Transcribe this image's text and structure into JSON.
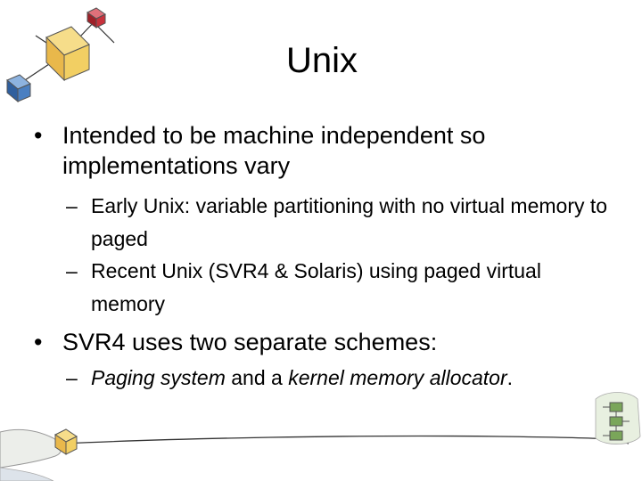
{
  "slide": {
    "title": "Unix",
    "bullets": [
      {
        "marker": "•",
        "text": "Intended to be machine independent so implementations vary",
        "sub": [
          {
            "marker": "–",
            "text": "Early Unix: variable partitioning with no virtual memory to paged"
          },
          {
            "marker": "–",
            "text": "Recent Unix (SVR4 & Solaris) using paged virtual memory"
          }
        ]
      },
      {
        "marker": "•",
        "text": "SVR4 uses two separate schemes:",
        "sub": [
          {
            "marker": "–",
            "text_parts": [
              {
                "text": "Paging system",
                "italic": true
              },
              {
                "text": " and a ",
                "italic": false
              },
              {
                "text": "kernel memory allocator",
                "italic": true
              },
              {
                "text": ".",
                "italic": false
              }
            ]
          }
        ]
      }
    ]
  },
  "colors": {
    "cube_yellow": "#f2cf63",
    "cube_blue": "#4a7fc1",
    "cube_red": "#c8323c",
    "cube_green": "#7aa65a",
    "line": "#333333"
  },
  "icons": [
    "network-cubes-illustration",
    "flowchart-illustration",
    "hand-illustration"
  ]
}
